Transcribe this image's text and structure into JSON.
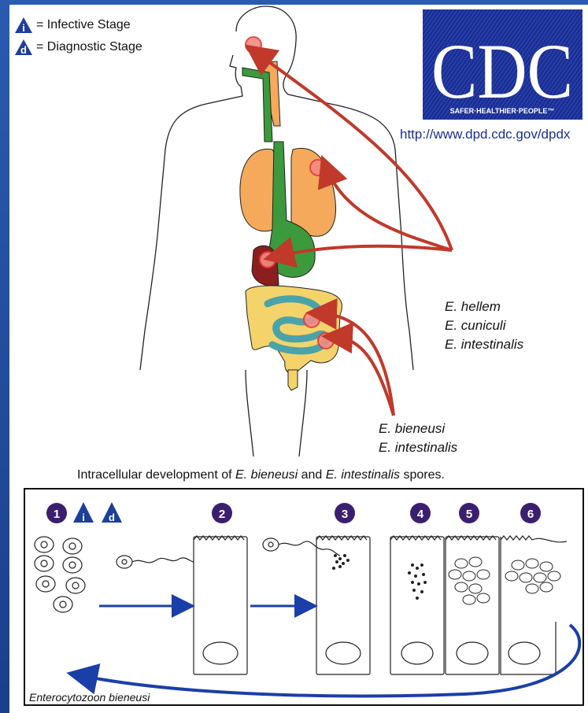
{
  "legend": {
    "infective_letter": "i",
    "infective_label": "= Infective Stage",
    "diagnostic_letter": "d",
    "diagnostic_label": "= Diagnostic Stage"
  },
  "logo": {
    "text": "CDC",
    "tagline": "SAFER·HEALTHIER·PEOPLE™",
    "url": "http://www.dpd.cdc.gov/dpdx"
  },
  "species_group_1": [
    "E. hellem",
    "E. cuniculi",
    "E. intestinalis"
  ],
  "species_group_2": [
    "E. bieneusi",
    "E. intestinalis"
  ],
  "caption": {
    "prefix": "Intracellular development of ",
    "species_a": "E. bieneusi",
    "middle": " and ",
    "species_b": "E. intestinalis",
    "suffix": " spores."
  },
  "steps": [
    "1",
    "2",
    "3",
    "4",
    "5",
    "6"
  ],
  "stage_badges": {
    "infective": "i",
    "diagnostic": "d"
  },
  "organism_label": "Enterocytozoon bieneusi",
  "colors": {
    "arrow_red": "#c0392b",
    "arrow_blue": "#1b3fa8",
    "step_purple": "#3b1f6e",
    "badge_blue": "#1d3f9a",
    "lung_orange": "#f4a95b",
    "gut_green": "#3c9a3c",
    "intestine_yellow": "#f5d36b",
    "intestine_teal": "#4aa3a8",
    "liver_red": "#8b1e1e"
  }
}
